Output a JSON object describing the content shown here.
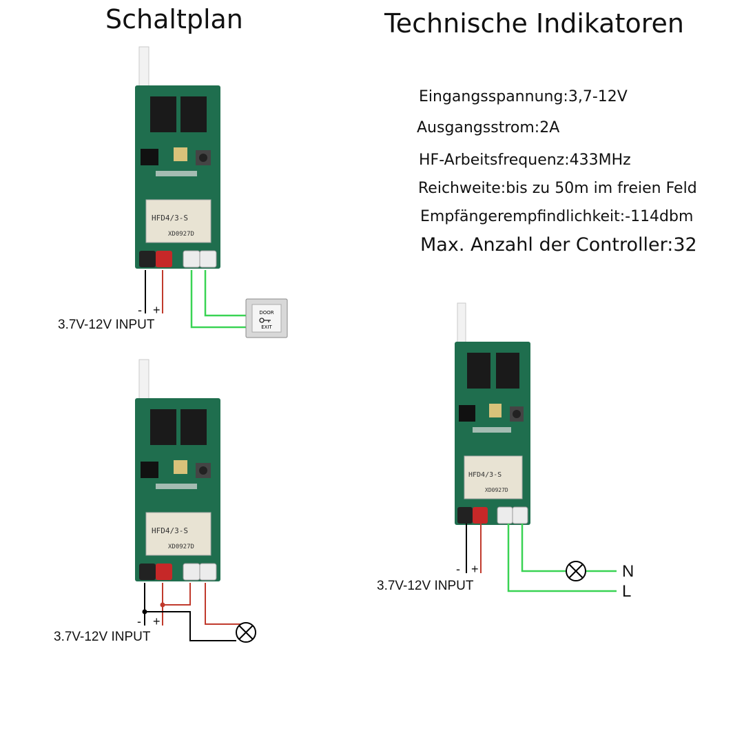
{
  "left_title": "Schaltplan",
  "right_title": "Technische Indikatoren",
  "specs": [
    "Eingangsspannung:3,7-12V",
    "Ausgangsstrom:2A",
    "HF-Arbeitsfrequenz:433MHz",
    "Reichweite:bis zu 50m im freien Feld",
    "Empfängerempfindlichkeit:-114dbm",
    "Max. Anzahl der Controller:32"
  ],
  "board": {
    "relay_model": "HFD4/3-S",
    "relay_code": "XD0927D"
  },
  "diagrams": [
    {
      "input_label": "3.7V-12V  INPUT",
      "minus": "-",
      "plus": "+",
      "switch_top": "DOOR",
      "switch_bottom": "EXIT"
    },
    {
      "input_label": "3.7V-12V  INPUT",
      "minus": "-",
      "plus": "+"
    },
    {
      "input_label": "3.7V-12V  INPUT",
      "minus": "-",
      "plus": "+",
      "neutral": "N",
      "live": "L"
    }
  ],
  "icons": {
    "lamp": "lamp-icon",
    "key": "key-icon",
    "antenna": "antenna-icon"
  },
  "colors": {
    "board_green": "#1f6e4e",
    "wire_green": "#39d353",
    "wire_red": "#c0392b",
    "wire_black": "#000000"
  }
}
